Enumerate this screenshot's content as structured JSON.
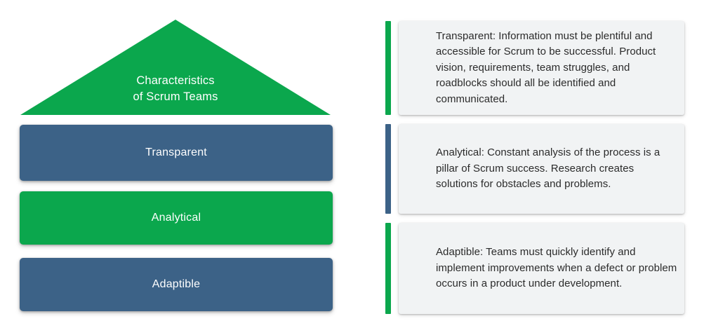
{
  "colors": {
    "green": "#0ba74d",
    "blue": "#3c6287",
    "card_background": "#f1f3f4",
    "card_text": "#2b2b2b",
    "page_background": "#ffffff",
    "tier_text": "#ffffff"
  },
  "pyramid": {
    "roof": {
      "title_line_1": "Characteristics",
      "title_line_2": "of Scrum Teams",
      "color": "#0ba74d"
    },
    "tiers": [
      {
        "label": "Transparent",
        "color": "#3c6287"
      },
      {
        "label": "Analytical",
        "color": "#0ba74d"
      },
      {
        "label": "Adaptible",
        "color": "#3c6287"
      }
    ]
  },
  "descriptions": [
    {
      "accent_color": "#0ba74d",
      "text": "Transparent: Information must be plentiful and accessible for Scrum to be successful. Product vision, requirements, team struggles, and roadblocks should all be identified and communicated."
    },
    {
      "accent_color": "#3c6287",
      "text": "Analytical: Constant analysis of the process is a pillar of Scrum success. Research creates solutions for obstacles and problems."
    },
    {
      "accent_color": "#0ba74d",
      "text": "Adaptible: Teams must quickly identify and implement improvements when a defect or problem occurs in a product under development."
    }
  ]
}
